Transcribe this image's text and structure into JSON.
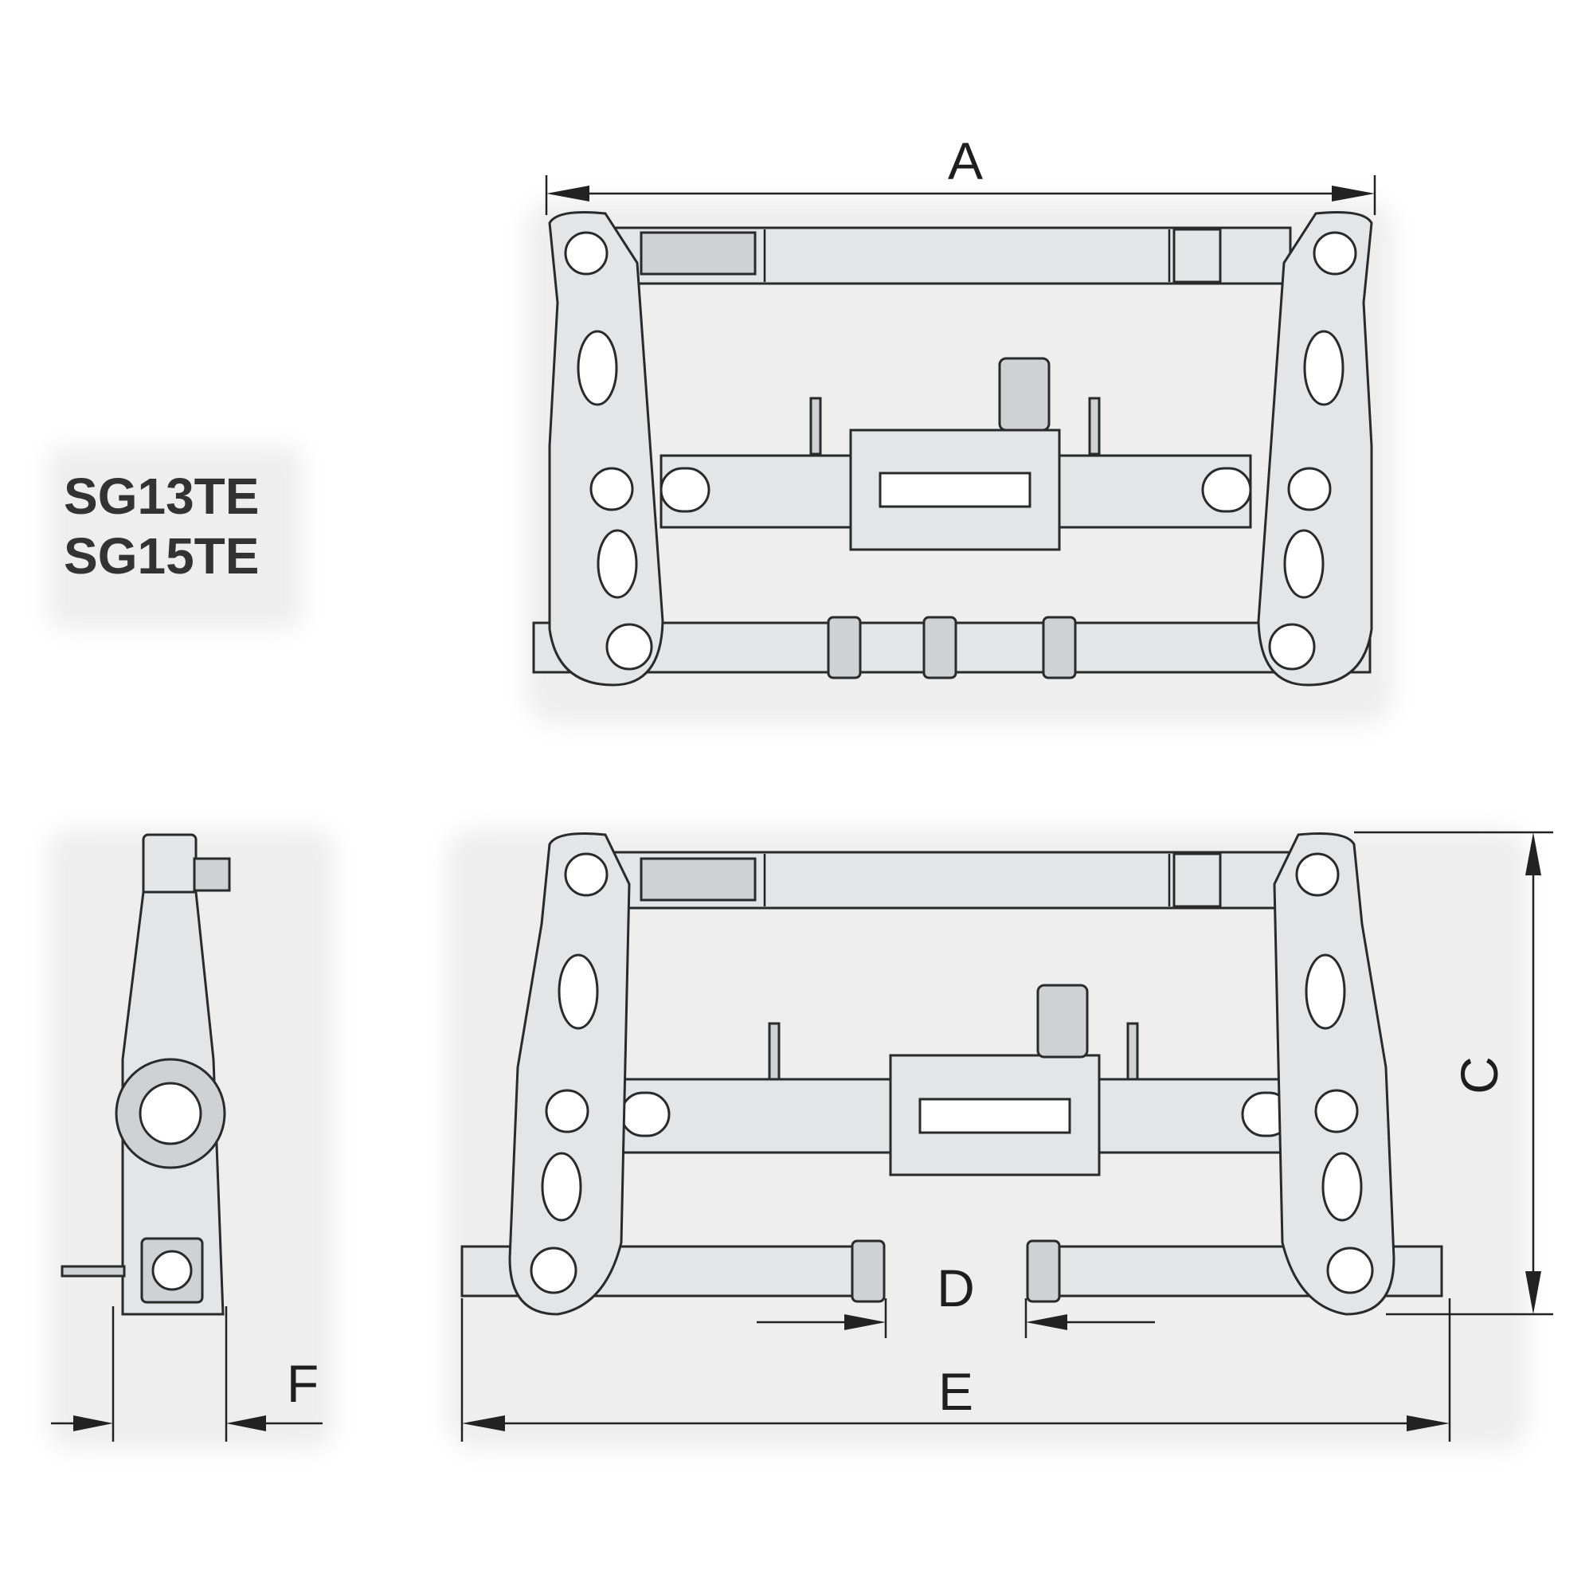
{
  "models": [
    "SG13TE",
    "SG15TE"
  ],
  "dimensions": {
    "A": "A",
    "C": "C",
    "D": "D",
    "E": "E",
    "F": "F"
  },
  "colors": {
    "part_fill": "#e3e5e6",
    "outline": "#2a2a2a",
    "shadow": "#eeeeee"
  }
}
